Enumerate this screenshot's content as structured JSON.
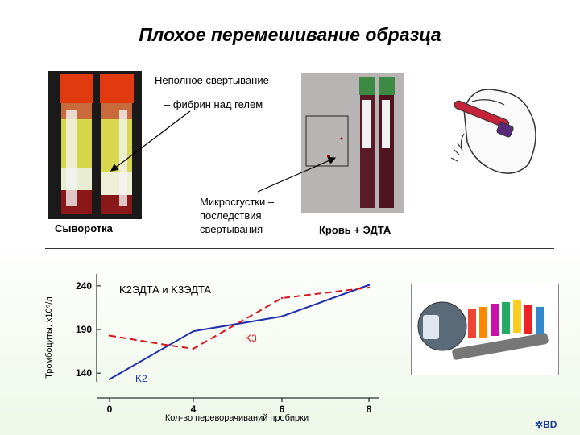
{
  "slide": {
    "title": "Плохое перемешивание образца",
    "callout_incomplete_line1": "Неполное свертывание",
    "callout_incomplete_line2": "– фибрин над гелем",
    "callout_microclots": "Микросгустки –\nпоследствия\nсвертывания",
    "label_serum": "Сыворотка",
    "label_blood_edta": "Кровь + ЭДТА",
    "logo_text": "BD"
  },
  "chart_data": {
    "type": "line",
    "title": "K2ЭДТА и K3ЭДТА",
    "xlabel": "Кол-во переворачиваний пробирки",
    "ylabel": "Тромбоциты, х10⁹/л",
    "x_ticks": [
      "0",
      "4",
      "6",
      "8"
    ],
    "y_ticks": [
      "240",
      "190",
      "140"
    ],
    "ylim": [
      130,
      250
    ],
    "series": [
      {
        "name": "K2",
        "color": "#1f2fb0",
        "style": "solid",
        "x": [
          0,
          4,
          6,
          8
        ],
        "y": [
          133,
          188,
          205,
          241
        ]
      },
      {
        "name": "K3",
        "color": "#d9141b",
        "style": "dashed",
        "x": [
          0,
          2.8,
          4,
          6,
          8
        ],
        "y": [
          183,
          172,
          168,
          226,
          238
        ]
      }
    ]
  }
}
